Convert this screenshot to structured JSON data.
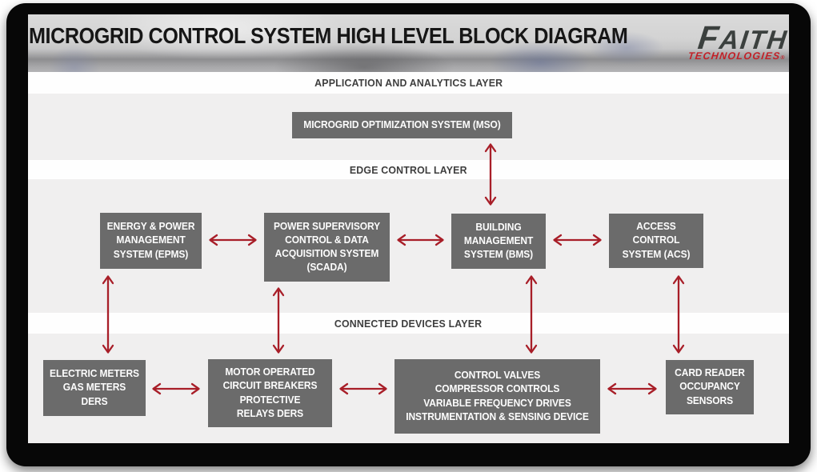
{
  "header": {
    "title": "MICROGRID CONTROL SYSTEM HIGH LEVEL BLOCK DIAGRAM",
    "logo": {
      "name": "FAITH",
      "sub": "TECHNOLOGIES",
      "reg": "®"
    }
  },
  "layers": {
    "application": {
      "label": "APPLICATION AND ANALYTICS LAYER"
    },
    "edge": {
      "label": "EDGE CONTROL LAYER"
    },
    "devices": {
      "label": "CONNECTED DEVICES LAYER"
    }
  },
  "boxes": {
    "mso": {
      "lines": [
        "MICROGRID OPTIMIZATION SYSTEM (MSO)"
      ]
    },
    "epms": {
      "lines": [
        "ENERGY & POWER",
        "MANAGEMENT",
        "SYSTEM (EPMS)"
      ]
    },
    "scada": {
      "lines": [
        "POWER SUPERVISORY",
        "CONTROL & DATA",
        "ACQUISITION SYSTEM",
        "(SCADA)"
      ]
    },
    "bms": {
      "lines": [
        "BUILDING",
        "MANAGEMENT",
        "SYSTEM (BMS)"
      ]
    },
    "acs": {
      "lines": [
        "ACCESS",
        "CONTROL",
        "SYSTEM (ACS)"
      ]
    },
    "meters": {
      "lines": [
        "ELECTRIC METERS",
        "GAS METERS",
        "DERS"
      ]
    },
    "breakers": {
      "lines": [
        "MOTOR OPERATED",
        "CIRCUIT BREAKERS",
        "PROTECTIVE",
        "RELAYS DERS"
      ]
    },
    "valves": {
      "lines": [
        "CONTROL VALVES",
        "COMPRESSOR CONTROLS",
        "VARIABLE FREQUENCY DRIVES",
        "INSTRUMENTATION & SENSING DEVICE"
      ]
    },
    "cardreader": {
      "lines": [
        "CARD READER",
        "OCCUPANCY",
        "SENSORS"
      ]
    }
  },
  "colors": {
    "page_bg": "#ffffff",
    "frame": "#070707",
    "band": "#f0efef",
    "strip": "#fefefe",
    "box_fill": "#6b6b6b",
    "box_text": "#fdfdfd",
    "arrow": "#a81e28",
    "layer_label": "#3e3e3e",
    "title": "#161616",
    "logo_primary": "#3b403e",
    "logo_accent": "#c22027"
  }
}
